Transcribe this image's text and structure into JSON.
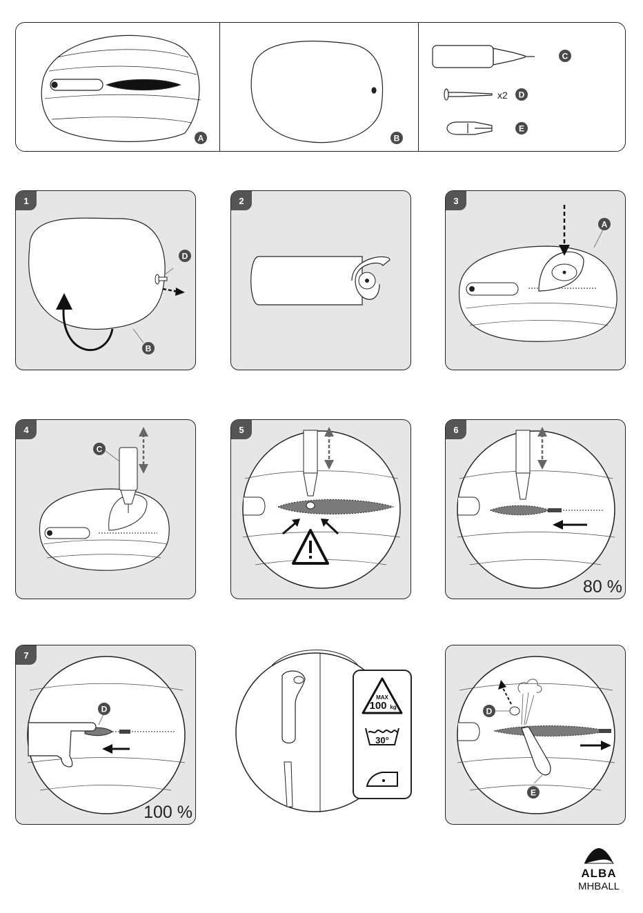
{
  "parts": {
    "A": "A",
    "B": "B",
    "C": "C",
    "D": "D",
    "E": "E",
    "quantity_d": "x2"
  },
  "steps": [
    {
      "number": "1",
      "labels": [
        "D",
        "B"
      ]
    },
    {
      "number": "2"
    },
    {
      "number": "3",
      "labels": [
        "A"
      ]
    },
    {
      "number": "4",
      "labels": [
        "C"
      ]
    },
    {
      "number": "5"
    },
    {
      "number": "6",
      "progress": "80 %"
    },
    {
      "number": "7",
      "labels": [
        "D"
      ],
      "progress": "100 %"
    }
  ],
  "care_label": {
    "max": "MAX",
    "weight": "100",
    "unit": "kg",
    "wash_temp": "30°"
  },
  "deflate": {
    "labels": [
      "D",
      "E"
    ]
  },
  "brand": {
    "logo": "ALBA",
    "model": "MHBALL"
  },
  "colors": {
    "panel_bg": "#e6e6e6",
    "badge": "#555555",
    "label_circle": "#4a4a4a",
    "fill_dark": "#7a7a7a"
  }
}
